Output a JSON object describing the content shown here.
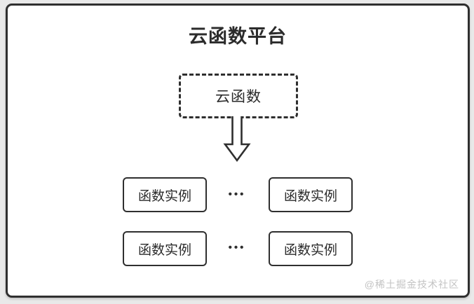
{
  "diagram": {
    "title": "云函数平台",
    "cloud_function": {
      "label": "云函数"
    },
    "ellipsis": "•••",
    "instances": [
      {
        "label": "函数实例"
      },
      {
        "label": "函数实例"
      },
      {
        "label": "函数实例"
      },
      {
        "label": "函数实例"
      }
    ],
    "watermark": "@稀土掘金技术社区",
    "colors": {
      "background": "#e9e9e9",
      "card": "#ffffff",
      "border": "#2f2f2f",
      "text": "#2b2b2b",
      "watermark": "#c3c3c3"
    }
  }
}
